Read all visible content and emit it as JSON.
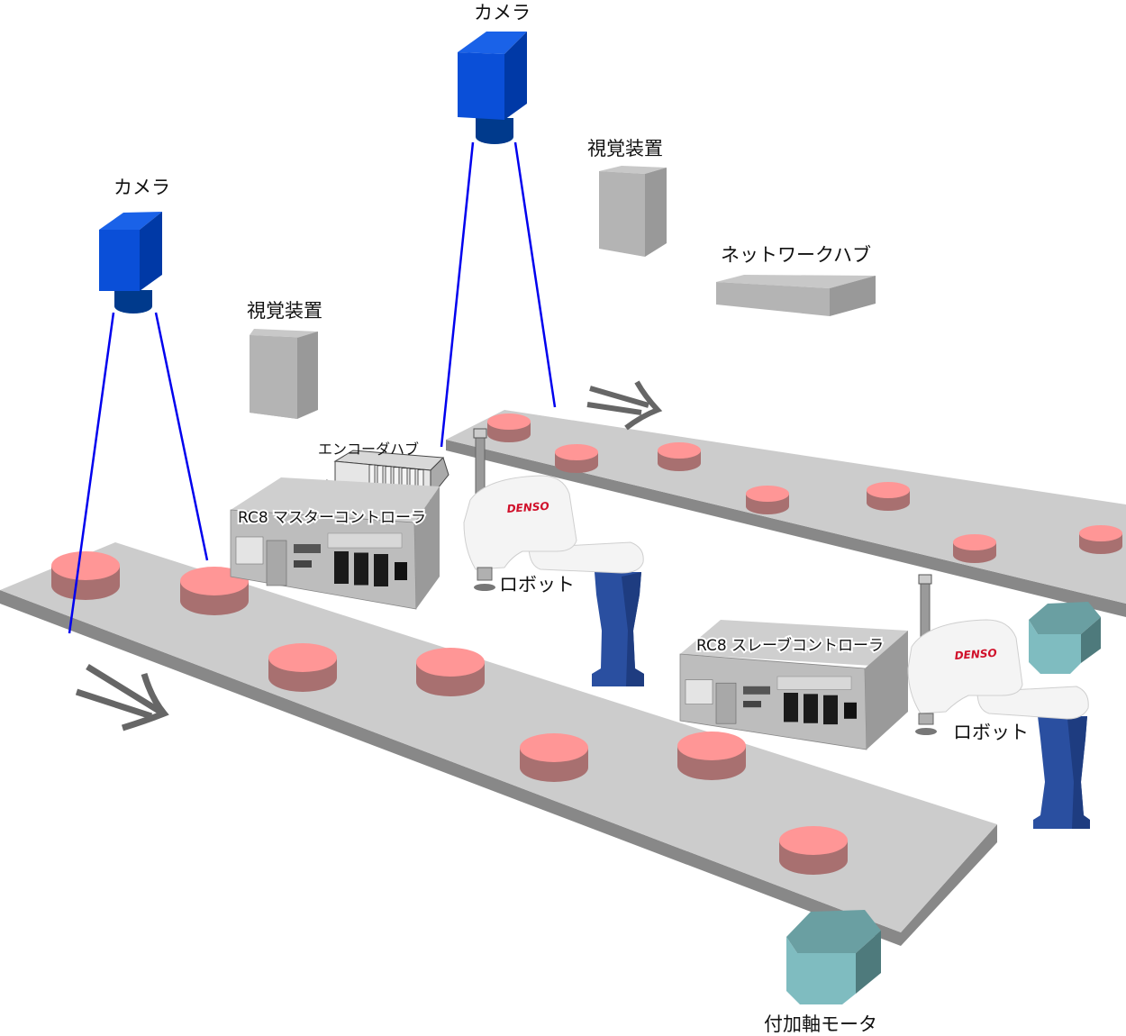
{
  "diagram": {
    "title": "",
    "colors": {
      "camera_front": "#0a4fd8",
      "camera_side": "#0039a6",
      "camera_top": "#1a62e8",
      "camera_lens": "#003a8c",
      "sight_line": "#0000ee",
      "conveyor_top": "#cccccc",
      "conveyor_side": "#888888",
      "workpiece_top": "#ff9696",
      "workpiece_side": "#a87070",
      "box_front": "#b4b4b4",
      "box_side": "#999999",
      "box_top": "#c8c8c8",
      "motor_front": "#7fbcc0",
      "motor_side": "#4e7a7c",
      "motor_top": "#6a9fa2",
      "arrow": "#666666",
      "robot_base": "#2a4fa0",
      "robot_body": "#f4f4f4",
      "controller": "#bcbcbc",
      "brand_text": "#d0102a"
    },
    "labels": {
      "camera_1": "カメラ",
      "camera_2": "カメラ",
      "vision_1": "視覚装置",
      "vision_2": "視覚装置",
      "network_hub": "ネットワークハブ",
      "encoder_hub": "エンコーダハブ",
      "master_controller": "RC8 マスターコントローラ",
      "slave_controller": "RC8 スレーブコントローラ",
      "robot_1": "ロボット",
      "robot_2": "ロボット",
      "motor": "付加軸モータ",
      "brand_1": "DENSO",
      "brand_2": "DENSO"
    },
    "conveyors": [
      {
        "name": "front",
        "workpiece_count": 7,
        "direction": "right-down"
      },
      {
        "name": "rear",
        "workpiece_count": 7,
        "direction": "right-down"
      }
    ]
  }
}
